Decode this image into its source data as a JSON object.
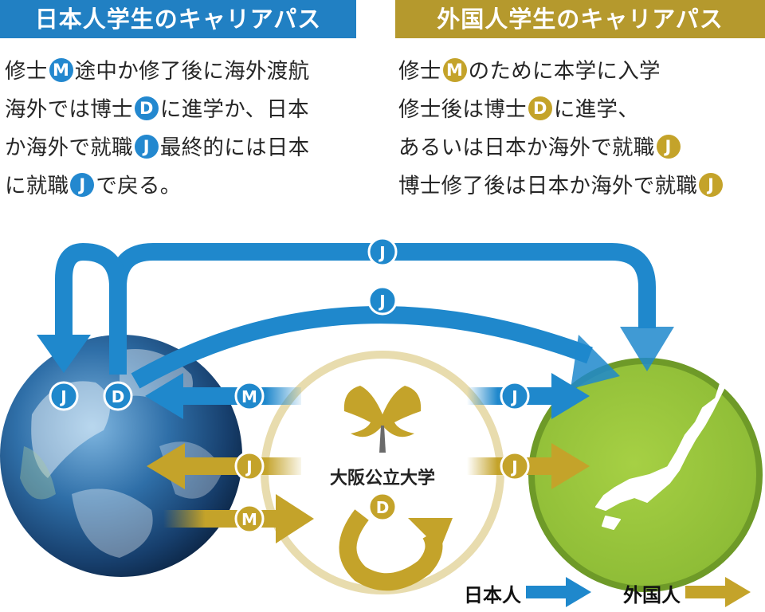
{
  "left_panel": {
    "title": "日本人学生のキャリアパス",
    "lines": [
      [
        {
          "t": "text",
          "v": "修士"
        },
        {
          "t": "badge",
          "v": "M"
        },
        {
          "t": "text",
          "v": "途中か修了後に海外渡航"
        }
      ],
      [
        {
          "t": "text",
          "v": "海外では博士"
        },
        {
          "t": "badge",
          "v": "D"
        },
        {
          "t": "text",
          "v": "に進学か、日本"
        }
      ],
      [
        {
          "t": "text",
          "v": "か海外で就職"
        },
        {
          "t": "badge",
          "v": "J"
        },
        {
          "t": "text",
          "v": "最終的には日本"
        }
      ],
      [
        {
          "t": "text",
          "v": "に就職"
        },
        {
          "t": "badge",
          "v": "J"
        },
        {
          "t": "text",
          "v": "で戻る。"
        }
      ]
    ]
  },
  "right_panel": {
    "title": "外国人学生のキャリアパス",
    "lines": [
      [
        {
          "t": "text",
          "v": "修士"
        },
        {
          "t": "badge",
          "v": "M"
        },
        {
          "t": "text",
          "v": "のために本学に入学"
        }
      ],
      [
        {
          "t": "text",
          "v": "修士後は博士"
        },
        {
          "t": "badge",
          "v": "D"
        },
        {
          "t": "text",
          "v": "に進学、"
        }
      ],
      [
        {
          "t": "text",
          "v": "あるいは日本か海外で就職"
        },
        {
          "t": "badge",
          "v": "J"
        }
      ],
      [
        {
          "t": "text",
          "v": "博士修了後は日本か海外で就職"
        },
        {
          "t": "badge",
          "v": "J"
        }
      ]
    ]
  },
  "diagram": {
    "university": "大阪公立大学",
    "badges": {
      "top_loop": "J",
      "top_arc": "J",
      "globe_left": "J",
      "globe_right": "D",
      "m_to_globe": "M",
      "j_to_japan_blue": "J",
      "j_to_globe_gold": "J",
      "j_to_japan_gold": "J",
      "m_from_globe": "M",
      "d_loop": "D"
    },
    "legend": {
      "japanese": "日本人",
      "foreign": "外国人"
    }
  },
  "colors": {
    "japanese": "#1f88cc",
    "foreign": "#c4a32a",
    "japan_green": "#94c337",
    "japan_border": "#6e9a28",
    "uni_ring": "#e8dcae"
  }
}
